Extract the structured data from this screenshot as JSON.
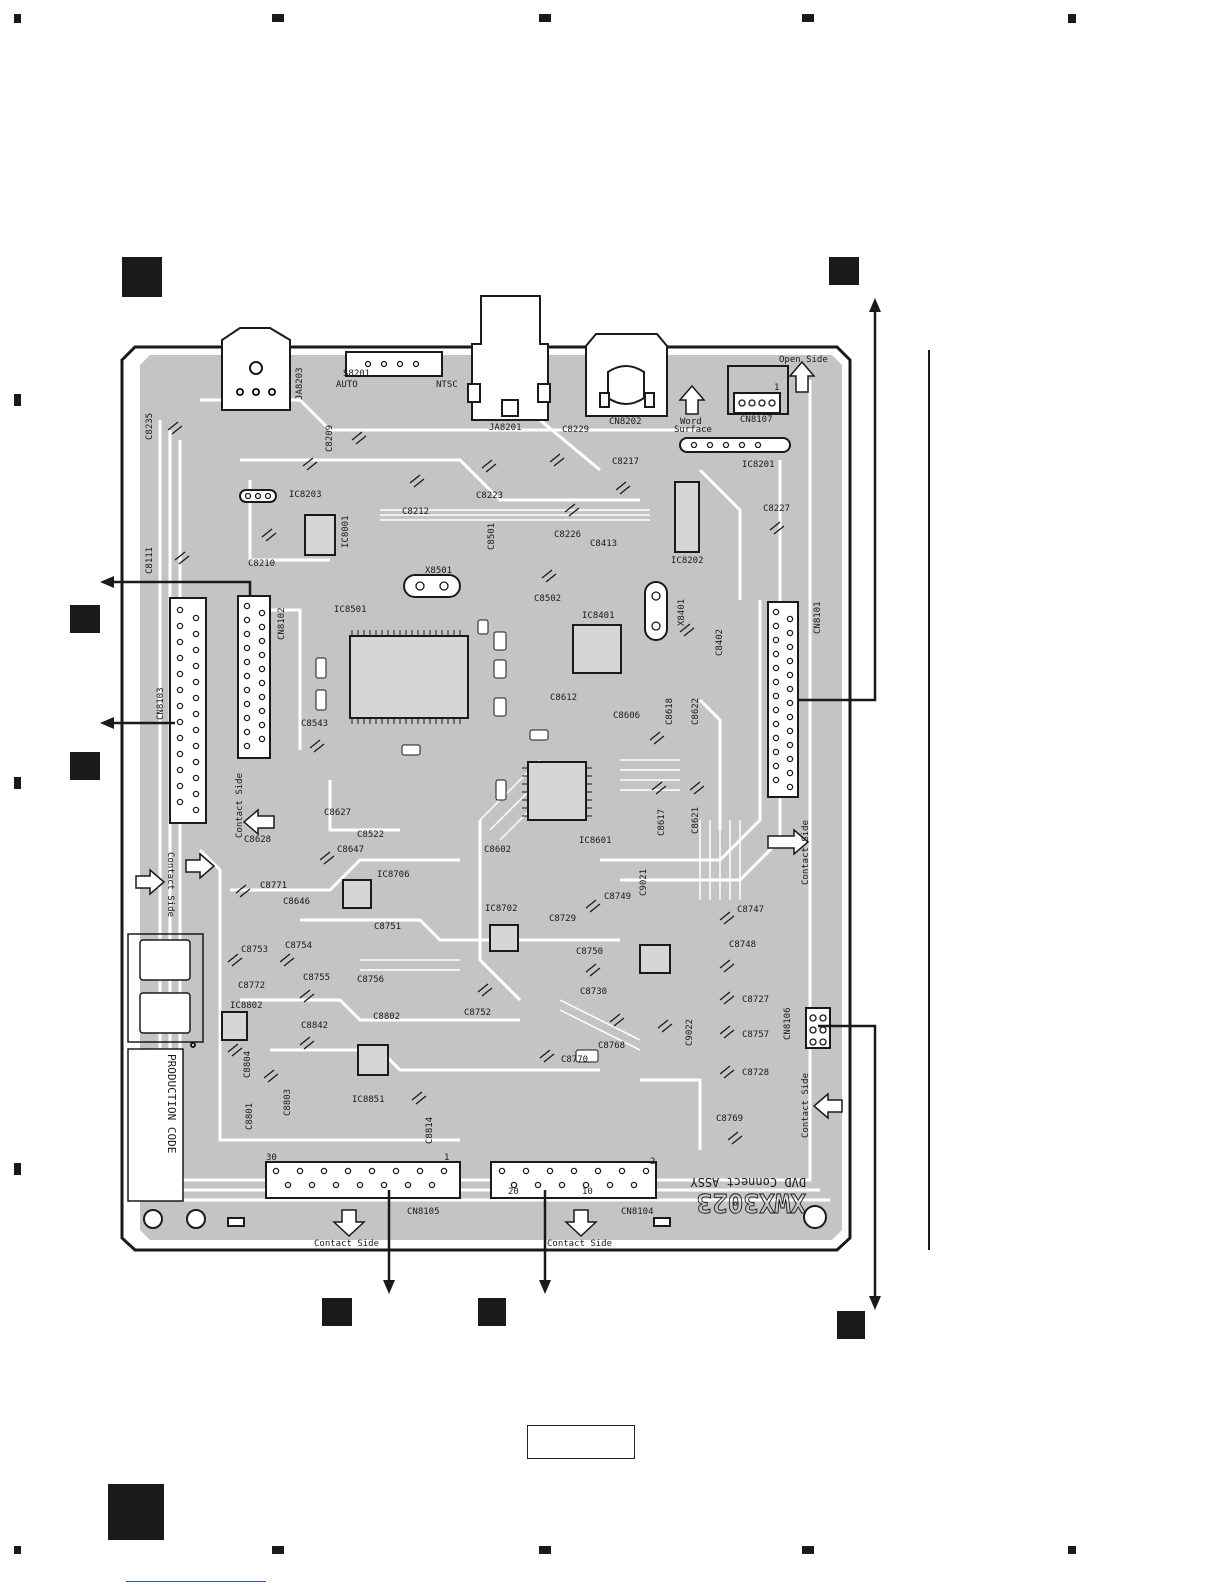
{
  "board": {
    "assy_name": "DVD Connect ASSY",
    "part_number": "XWX3023",
    "production_code": "PRODUCTION CODE"
  },
  "orientation": {
    "open_side": "Open Side",
    "word_surface_1": "Word",
    "word_surface_2": "Surface",
    "contact_side": "Contact Side",
    "auto": "AUTO",
    "ntsc": "NTSC"
  },
  "connectors": {
    "cn8101": "CN8101",
    "cn8102": "CN8102",
    "cn8103": "CN8103",
    "cn8104": "CN8104",
    "cn8105": "CN8105",
    "cn8106": "CN8106",
    "cn8107": "CN8107",
    "cn8202": "CN8202",
    "ja8201": "JA8201",
    "ja8203": "JA8203"
  },
  "ics": {
    "ic8501": "IC8501",
    "ic8401": "IC8401",
    "ic8601": "IC8601",
    "ic8702": "IC8702",
    "ic8706": "IC8706",
    "ic8201": "IC8201",
    "ic8202": "IC8202",
    "ic8203": "IC8203",
    "ic8802": "IC8802",
    "ic8851": "IC8851",
    "ic8001": "IC8001",
    "x8501": "X8501",
    "x8401": "X8401",
    "s8201": "S8201"
  },
  "components": [
    "C8235",
    "C8209",
    "C8210",
    "C8229",
    "C8217",
    "C8223",
    "C8212",
    "C8227",
    "C8226",
    "C8413",
    "C8501",
    "C8502",
    "C8111",
    "C8543",
    "C8612",
    "C8606",
    "C8618",
    "C8622",
    "C8402",
    "C8617",
    "C8621",
    "C8627",
    "C8628",
    "C8647",
    "C8646",
    "C8522",
    "C8602",
    "C8771",
    "C8753",
    "C8754",
    "C8755",
    "C8756",
    "C8751",
    "C8772",
    "C8842",
    "C8802",
    "C8804",
    "C8801",
    "C8803",
    "C8814",
    "C8752",
    "C8770",
    "C8768",
    "C8730",
    "C8750",
    "C8729",
    "C8749",
    "C8747",
    "C8748",
    "C8727",
    "C8757",
    "C8728",
    "C8769",
    "C9021",
    "C9022"
  ],
  "connector_pin_marks": {
    "cn8105_left": "30",
    "cn8105_right": "1",
    "cn8104_left": "20",
    "cn8104_mid": "10",
    "cn8104_right": "2",
    "cn8107_pin": "1"
  },
  "colors": {
    "board_fill": "#ffffff",
    "copper": "#bdbdbd",
    "outline": "#1a1a1a",
    "marker": "#1a1a1a"
  }
}
